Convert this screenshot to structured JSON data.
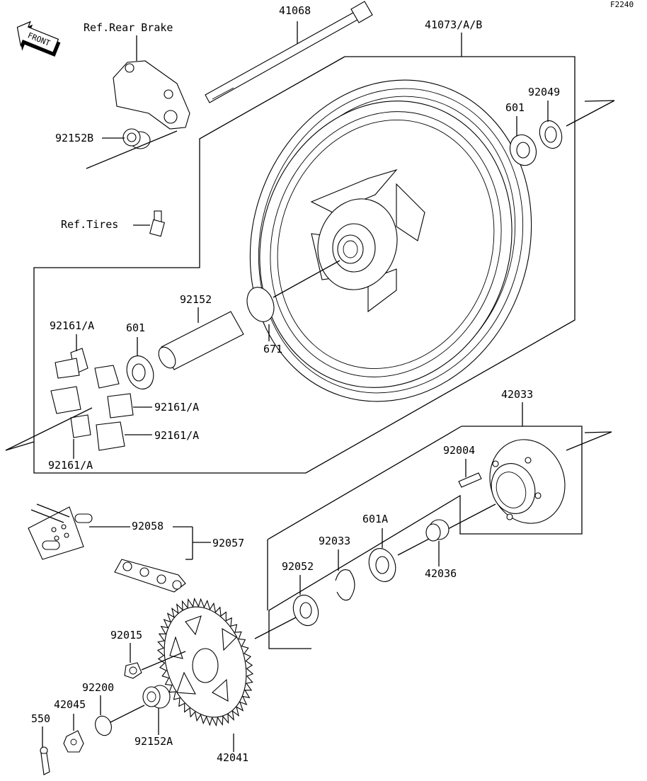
{
  "diagram_id": "F2240",
  "front_label": "FRONT",
  "labels": {
    "p41068": "41068",
    "p41073": "41073/A/B",
    "ref_rear_brake": "Ref.Rear Brake",
    "p92152B": "92152B",
    "p92049": "92049",
    "p601_top": "601",
    "ref_tires": "Ref.Tires",
    "p92152": "92152",
    "p671": "671",
    "p92161_a1": "92161/A",
    "p601_left": "601",
    "p92161_a2": "92161/A",
    "p92161_a3": "92161/A",
    "p92161_a4": "92161/A",
    "p42033": "42033",
    "p92004": "92004",
    "p601A": "601A",
    "p92033": "92033",
    "p92052": "92052",
    "p42036": "42036",
    "p92058": "92058",
    "p92057": "92057",
    "p92015": "92015",
    "p92200": "92200",
    "p42045": "42045",
    "p550": "550",
    "p92152A": "92152A",
    "p42041": "42041"
  }
}
